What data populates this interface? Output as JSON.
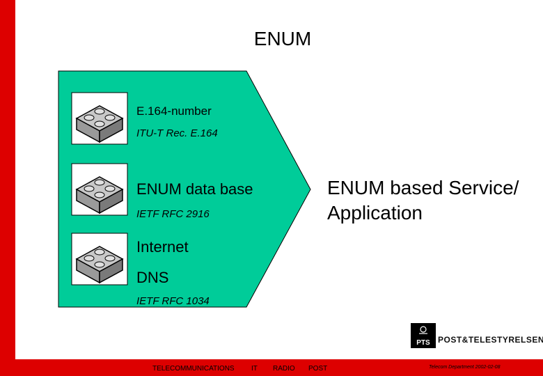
{
  "title": "ENUM",
  "layers": [
    {
      "label": "E.164-number",
      "sublabel": "ITU-T Rec. E.164"
    },
    {
      "label": "ENUM data base",
      "sublabel": "IETF RFC 2916"
    },
    {
      "label": "Internet",
      "label2": "DNS",
      "sublabel": "IETF RFC 1034"
    }
  ],
  "right_label": {
    "line1": "ENUM based Service/",
    "line2": "Application"
  },
  "colors": {
    "arrow_fill": "#00cc99",
    "accent_bar": "#dd0000",
    "lego_fill": "#b0b0b0"
  },
  "logo": {
    "mark": "PTS",
    "name": "POST&TELESTYRELSEN"
  },
  "footer": {
    "items": [
      "TELECOMMUNICATIONS",
      "IT",
      "RADIO",
      "POST"
    ],
    "right_text": "Telecom Department 2002-02-08"
  }
}
